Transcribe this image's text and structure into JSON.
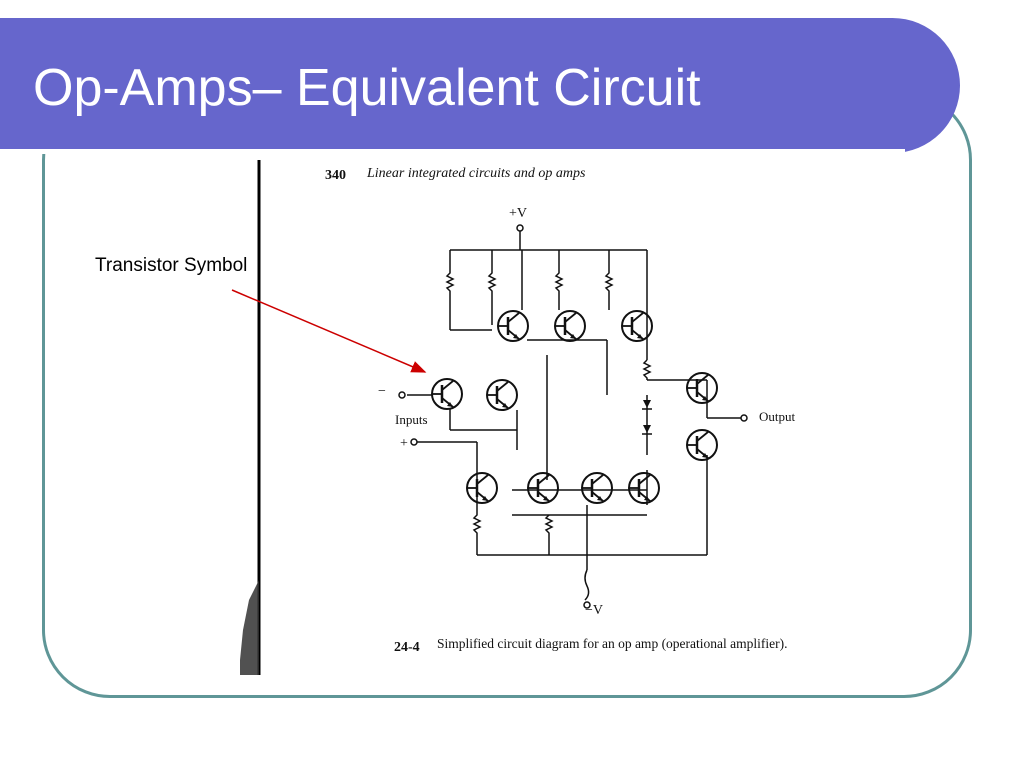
{
  "slide": {
    "title": "Op-Amps– Equivalent Circuit",
    "colors": {
      "title_bar": "#6666cc",
      "frame_border": "#5f9697",
      "annotation_arrow": "#cc0000"
    }
  },
  "annotation": {
    "label": "Transistor Symbol"
  },
  "scanned_page": {
    "page_number": "340",
    "running_head": "Linear integrated circuits and op amps",
    "circuit_labels": {
      "positive_supply": "+V",
      "negative_supply": "−V",
      "inverting_input": "−",
      "noninverting_input": "+",
      "inputs": "Inputs",
      "output": "Output"
    },
    "caption_number": "24-4",
    "caption_text": "Simplified circuit diagram for an op amp (operational amplifier)."
  }
}
